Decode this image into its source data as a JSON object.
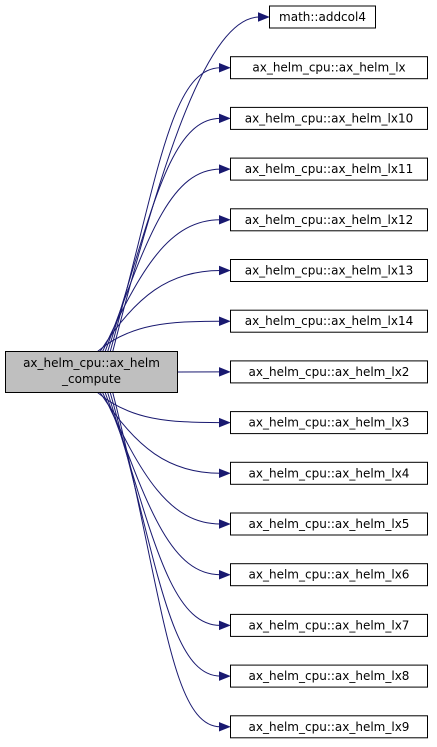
{
  "graph": {
    "root": {
      "line1": "ax_helm_cpu::ax_helm",
      "line2": "_compute"
    },
    "callees": [
      "math::addcol4",
      "ax_helm_cpu::ax_helm_lx",
      "ax_helm_cpu::ax_helm_lx10",
      "ax_helm_cpu::ax_helm_lx11",
      "ax_helm_cpu::ax_helm_lx12",
      "ax_helm_cpu::ax_helm_lx13",
      "ax_helm_cpu::ax_helm_lx14",
      "ax_helm_cpu::ax_helm_lx2",
      "ax_helm_cpu::ax_helm_lx3",
      "ax_helm_cpu::ax_helm_lx4",
      "ax_helm_cpu::ax_helm_lx5",
      "ax_helm_cpu::ax_helm_lx6",
      "ax_helm_cpu::ax_helm_lx7",
      "ax_helm_cpu::ax_helm_lx8",
      "ax_helm_cpu::ax_helm_lx9"
    ],
    "colors": {
      "edge": "#191970",
      "root_fill": "#bfbfbf",
      "node_fill": "#ffffff",
      "border": "#000000"
    }
  }
}
